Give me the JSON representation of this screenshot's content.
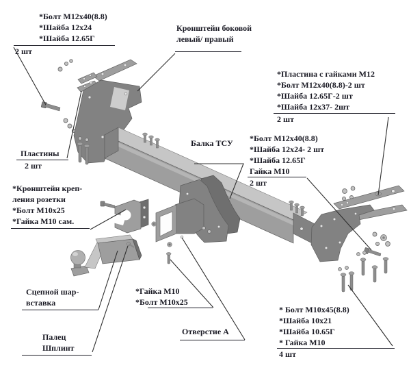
{
  "diagram": {
    "title_hint": "Exploded assembly drawing of a tow hitch (ТСУ)",
    "labels": {
      "bolt_set_top_left": {
        "lines": [
          "*Болт М12х40(8.8)",
          "*Шайба 12х24",
          "*Шайба 12.65Г"
        ],
        "qty": "2 шт"
      },
      "side_bracket": {
        "lines": [
          "Кронштейн боковой",
          "левый/ правый"
        ]
      },
      "plate_with_nuts": {
        "lines": [
          "*Пластина с гайками М12",
          "*Болт М12х40(8.8)-2 шт",
          "*Шайба 12.65Г-2 шт",
          "*Шайба 12х37- 2шт"
        ],
        "qty": "2 шт"
      },
      "bolt_set_mid_right": {
        "lines": [
          "*Болт М12х40(8.8)",
          "*Шайба 12х24- 2 шт",
          "*Шайба 12.65Г",
          "Гайка М10"
        ],
        "qty": "2 шт"
      },
      "beam": {
        "lines": [
          "Балка ТСУ"
        ]
      },
      "plates_left": {
        "lines": [
          "Пластины"
        ],
        "qty": "2 шт"
      },
      "socket_bracket": {
        "lines": [
          "*Кронштейн креп-",
          "ления розетки",
          "*Болт М10х25",
          "*Гайка М10 сам."
        ]
      },
      "ball_mount": {
        "lines": [
          "Сцепной шар-",
          "вставка"
        ]
      },
      "pin": {
        "lines": [
          "Палец",
          "Шплинт"
        ]
      },
      "nut_bolt_center": {
        "lines": [
          "*Гайка М10",
          "*Болт М10х25"
        ]
      },
      "hole_a": {
        "lines": [
          "Отверстие А"
        ]
      },
      "bolt_set_bottom_right": {
        "lines": [
          "* Болт М10х45(8.8)",
          "*Шайба 10х21",
          "*Шайба 10.65Г",
          "* Гайка М10"
        ],
        "qty": "4 шт"
      }
    },
    "colors": {
      "text": "#1a1a24",
      "leader": "#2d2d2d",
      "part_light": "#c6c6c6",
      "part_mid": "#9e9e9e",
      "part_dark": "#828282"
    }
  }
}
